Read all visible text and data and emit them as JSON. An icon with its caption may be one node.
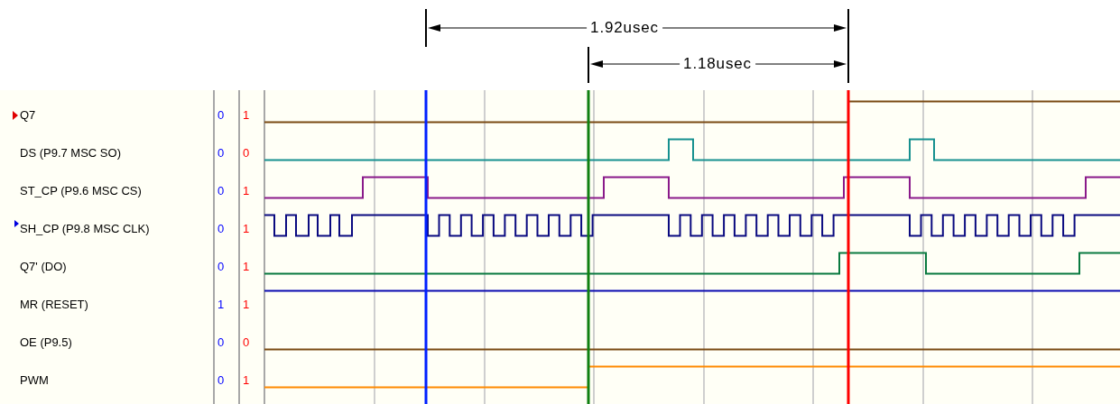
{
  "diagram": {
    "labels": [
      "1.92usec",
      "1.18usec",
      "Q7",
      "0",
      "1",
      "DS (P9.7 MSC SO)",
      "0",
      "0",
      "ST_CP (P9.6 MSC CS)",
      "0",
      "1",
      "SH_CP (P9.8 MSC CLK)",
      "0",
      "1",
      "Q7' (DO)",
      "0",
      "1",
      "MR (RESET)",
      "1",
      "1",
      "OE (P9.5)",
      "0",
      "0",
      "PWM",
      "0",
      "1"
    ]
  }
}
